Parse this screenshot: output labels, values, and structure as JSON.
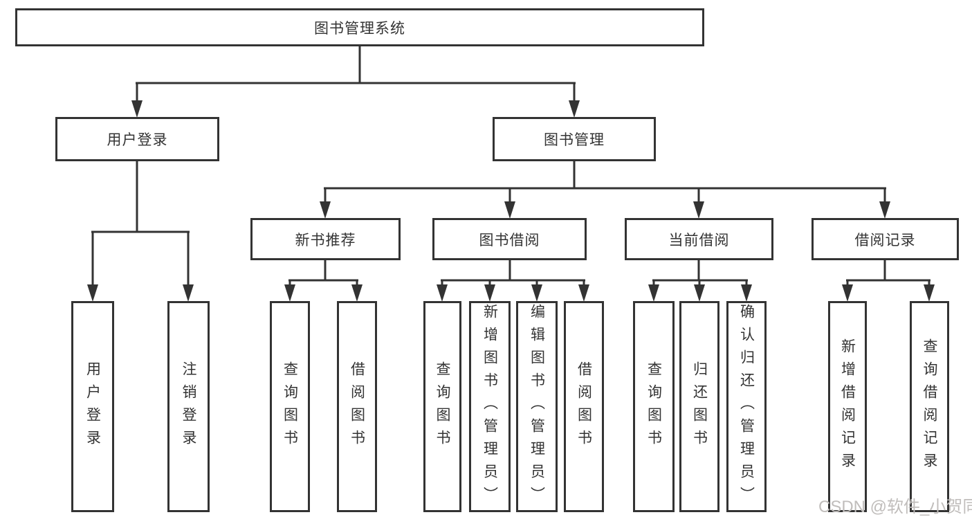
{
  "diagram": {
    "type": "tree",
    "root": {
      "label": "图书管理系统"
    },
    "children": [
      {
        "label": "用户登录",
        "children": [
          {
            "label": "用户登录"
          },
          {
            "label": "注销登录"
          }
        ]
      },
      {
        "label": "图书管理",
        "children": [
          {
            "label": "新书推荐",
            "children": [
              {
                "label": "查询图书"
              },
              {
                "label": "借阅图书"
              }
            ]
          },
          {
            "label": "图书借阅",
            "children": [
              {
                "label": "查询图书"
              },
              {
                "label": "新增图书（管理员）"
              },
              {
                "label": "编辑图书（管理员）"
              },
              {
                "label": "借阅图书"
              }
            ]
          },
          {
            "label": "当前借阅",
            "children": [
              {
                "label": "查询图书"
              },
              {
                "label": "归还图书"
              },
              {
                "label": "确认归还（管理员）"
              }
            ]
          },
          {
            "label": "借阅记录",
            "children": [
              {
                "label": "新增借阅记录"
              },
              {
                "label": "查询借阅记录"
              }
            ]
          }
        ]
      }
    ]
  },
  "watermark": {
    "text": "CSDN @软件_小贺同学",
    "color": "#c0bdbb"
  },
  "colors": {
    "line": "#333333",
    "text": "#333333",
    "background": "#ffffff"
  }
}
